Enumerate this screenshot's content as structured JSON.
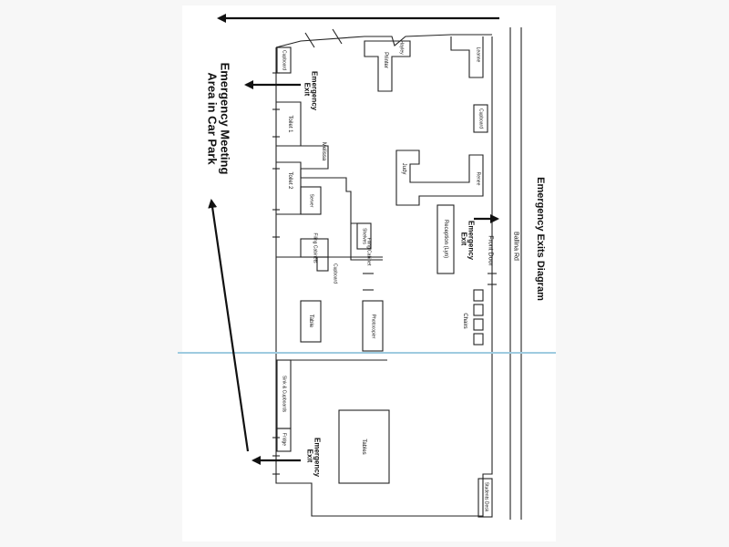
{
  "diagram": {
    "title": "Emergency Exits Diagram",
    "meeting_area": "Emergency Meeting Area in Car Park",
    "street": "Ballina Rd",
    "front_door": "Front Door",
    "exits": {
      "top": "Emergency Exit",
      "front": "Emergency Exit",
      "bottom": "Emergency Exit"
    },
    "rooms": {
      "cupboard_top_left": "Cupboard",
      "toilet_1": "Toilet 1",
      "toilet_2": "Toilet 2",
      "melissa": "Melissa",
      "server": "Server",
      "filing_cabinets": "Filing Cabinets",
      "cupboard_mid": "Cupboard",
      "shelves": "Shelves",
      "filing_cabinet": "Filing Cabinet",
      "table": "Table",
      "photocopier": "Photocopier",
      "hayley": "Hayley",
      "printer": "Printer",
      "leanne": "Leanne",
      "cupboard_right": "Cupboard",
      "judy": "Judy",
      "renee": "Renee",
      "reception": "Reception (Lyn)",
      "chairs": "Chairs",
      "sink": "Sink & Cupboards",
      "fridge": "Fridge",
      "tables": "Tables",
      "students_desk": "Students Desk"
    }
  }
}
